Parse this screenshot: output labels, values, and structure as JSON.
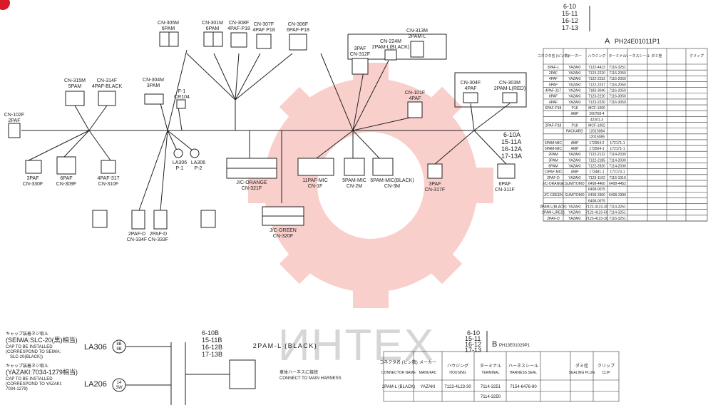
{
  "watermark": {
    "text": "ИНТЕХ",
    "color": "#e8423a"
  },
  "corner_badge": {
    "color": "#d9182a"
  },
  "connectors": [
    {
      "id": "cn305m",
      "name": "CN-305M",
      "pin": "6PAM"
    },
    {
      "id": "cn301m",
      "name": "CN-301M",
      "pin": "6PAM"
    },
    {
      "id": "cn308f",
      "name": "CN-308F",
      "pin": "4PAF-P18"
    },
    {
      "id": "cn307f",
      "name": "CN-307F",
      "pin": "4PAF P18"
    },
    {
      "id": "cn306f",
      "name": "CN-306F",
      "pin": "6PAF-P18"
    },
    {
      "id": "cn224m",
      "name": "CN-224M",
      "pin": "2PAM-L(BLACK)"
    },
    {
      "id": "cn313m",
      "name": "CN-313M",
      "pin": "2PAM-L"
    },
    {
      "id": "cn312f",
      "name": "CN-312F",
      "pin": "3PAF"
    },
    {
      "id": "cn101f",
      "name": "CN-101F",
      "pin": "4PAF"
    },
    {
      "id": "cn304m",
      "name": "CN-304M",
      "pin": "3PAM"
    },
    {
      "id": "f1",
      "name": "F-1",
      "pin": "CR104"
    },
    {
      "id": "cn315m",
      "name": "CN-315M",
      "pin": "5PAM"
    },
    {
      "id": "cn314f",
      "name": "CN-314F",
      "pin": "4PAF-BLACK"
    },
    {
      "id": "cn102f",
      "name": "CN-102F",
      "pin": "2PAF"
    },
    {
      "id": "cn330f",
      "name": "CN-330F",
      "pin": "3PAF"
    },
    {
      "id": "cn309f",
      "name": "CN-309F",
      "pin": "6PAF"
    },
    {
      "id": "cn310f",
      "name": "CN-310F",
      "pin": "4PAF-317"
    },
    {
      "id": "la306a",
      "name": "LA306",
      "pin": "P-1"
    },
    {
      "id": "la306b",
      "name": "LA306",
      "pin": "P-2"
    },
    {
      "id": "cn321f",
      "name": "CN-321F",
      "pin": "J/C-ORANGE"
    },
    {
      "id": "cn1f",
      "name": "CN-1F",
      "pin": "11PAF-MIC"
    },
    {
      "id": "cn2m",
      "name": "CN-2M",
      "pin": "5PAM-MIC"
    },
    {
      "id": "cn3m",
      "name": "CN-3M",
      "pin": "5PAM-MIC(BLACK)"
    },
    {
      "id": "cn304f",
      "name": "CN-304F",
      "pin": "4PAF"
    },
    {
      "id": "cn303m",
      "name": "CN-303M",
      "pin": "2PAM-L(RED)"
    },
    {
      "id": "cn317f",
      "name": "CN-317F",
      "pin": "3PAF"
    },
    {
      "id": "cn311f",
      "name": "CN-311F",
      "pin": "6PAF"
    },
    {
      "id": "cn334f",
      "name": "CN-334F",
      "pin": "2PAF-D"
    },
    {
      "id": "cn333f",
      "name": "CN-333F",
      "pin": "2PAF-D"
    },
    {
      "id": "cn320f",
      "name": "CN-320F",
      "pin": "J/C-GREEN"
    }
  ],
  "model_codes_a": [
    "6-10",
    "15-11",
    "16-12",
    "17-13"
  ],
  "model_codes_a2": [
    "6-10A",
    "15-11A",
    "16-12A",
    "17-13A"
  ],
  "model_codes_b": [
    "6-10B",
    "15-11B",
    "16-12B",
    "17-13B"
  ],
  "model_codes_b2": [
    "6-10",
    "15-11",
    "16-12",
    "17-13"
  ],
  "table_a": {
    "code": "A",
    "part": "PH24E01011P1",
    "headers": [
      "コネクタ名 (ピン数)",
      "メーカー",
      "ハウジング",
      "ターミナル",
      "ハーネスシール",
      "ダミ栓",
      "クリップ"
    ],
    "rows": [
      [
        "3PAF-L",
        "YAZAKI",
        "7122-4413",
        "7116-3251",
        ""
      ],
      [
        "2PAF",
        "YAZAKI",
        "7123-2220",
        "7116-2050",
        ""
      ],
      [
        "4PAF",
        "YAZAKI",
        "7122-2233",
        "7116-2050",
        ""
      ],
      [
        "5PAF",
        "YAZAKI",
        "7122-2237",
        "7116-2050",
        ""
      ],
      [
        "4PAF-317",
        "YAZAKI",
        "7183-3040",
        "7116-2050",
        ""
      ],
      [
        "6PAF",
        "YAZAKI",
        "7123-2220",
        "7116-3050",
        ""
      ],
      [
        "4PAF",
        "YAZAKI",
        "7123-2220",
        "7116-3050",
        ""
      ],
      [
        "6PAF-P18",
        "P18",
        "MCF-1000",
        ""
      ],
      [
        "",
        "AMP",
        "200758-4",
        ""
      ],
      [
        "",
        "",
        "42201-3",
        ""
      ],
      [
        "2PAF-P18",
        "P18",
        "MCF-1002",
        ""
      ],
      [
        "",
        "PACKARD",
        "12015084",
        ""
      ],
      [
        "",
        "",
        "12015085",
        ""
      ],
      [
        "5PAM-MIC",
        "AMP",
        "172954-2",
        "172171-1"
      ],
      [
        "5PAM-MIC",
        "AMP",
        "172504-1",
        "172171-1"
      ],
      [
        "2PAM",
        "YAZAKI",
        "7122-2122",
        "7114-2030"
      ],
      [
        "3PAM",
        "YAZAKI",
        "7122-2185",
        "7114-2030"
      ],
      [
        "6PAM",
        "YAZAKI",
        "7122-2820",
        "7114-2030"
      ],
      [
        "11PAF-MIC",
        "AMP",
        "173481-1",
        "172173-1"
      ],
      [
        "2PAF-D",
        "YAZAKI",
        "7123-1102",
        "7116-1010"
      ],
      [
        "J/C-ORANGE",
        "SUMITOMO",
        "6408-4400",
        "6408-4452"
      ],
      [
        "",
        "",
        "6408-0075",
        ""
      ],
      [
        "J/C-GREEN",
        "SUMITOMO",
        "6408-3300",
        "6408-3399"
      ],
      [
        "",
        "",
        "6408-0075",
        ""
      ],
      [
        "2PAM-L(BLACK)",
        "YAZAKI",
        "7122-4123-30",
        "7114-3251"
      ],
      [
        "2PAM-L(RED)",
        "YAZAKI",
        "7122-4123-50",
        "7114-3251"
      ],
      [
        "2PAF-D",
        "YAZAKI",
        "7123-4123-30",
        "7116-3251"
      ]
    ]
  },
  "table_b": {
    "code": "B",
    "part": "PH13E01029P1",
    "headers": [
      "コネクタ名 (ピン数)",
      "メーカー",
      "ハウジング",
      "ターミナル",
      "ハーネスシール",
      "ダミ栓",
      "クリップ"
    ],
    "sub_headers": [
      "CONNECTOR NAME",
      "MANUFAC",
      "HOUSING",
      "TERMINAL",
      "HARNESS SEAL",
      "SEALING PLUG",
      "CLIP"
    ],
    "rows": [
      [
        "2PAM-L (BLACK)",
        "YAZAKI",
        "7122-4123-30",
        "7114-3251",
        "7154-6476-80"
      ],
      [
        "",
        "",
        "",
        "7114-3250",
        ""
      ]
    ]
  },
  "bottom": {
    "note1_title": "キャップ装着ネジ取ル",
    "note1_line": "(SEIWA:SLC-20(黒)相当)",
    "note1_en1": "CAP TO BE INSTALLED",
    "note1_en2": "(CORRESPOND TO SEIWA:",
    "note1_en3": "SLC-20(BLACK))",
    "note2_title": "キャップ装着ネジ取ル",
    "note2_line": "(YAZAKI:7034-1279相当)",
    "note2_en1": "CAP TO BE INSTALLED",
    "note2_en2": "(CORRESPOND TO YAZAKI:",
    "note2_en3": "7034-1279)",
    "la306": "LA306",
    "la206": "LA206",
    "conn_title": "2PAM-L (BLACK)",
    "main_note_jp": "車体ハーネスに接続",
    "main_note_en": "CONNECT TO MAIN HARNESS",
    "pins_a": [
      "8B",
      "8B"
    ],
    "pins_b": [
      "14",
      "3W"
    ]
  }
}
